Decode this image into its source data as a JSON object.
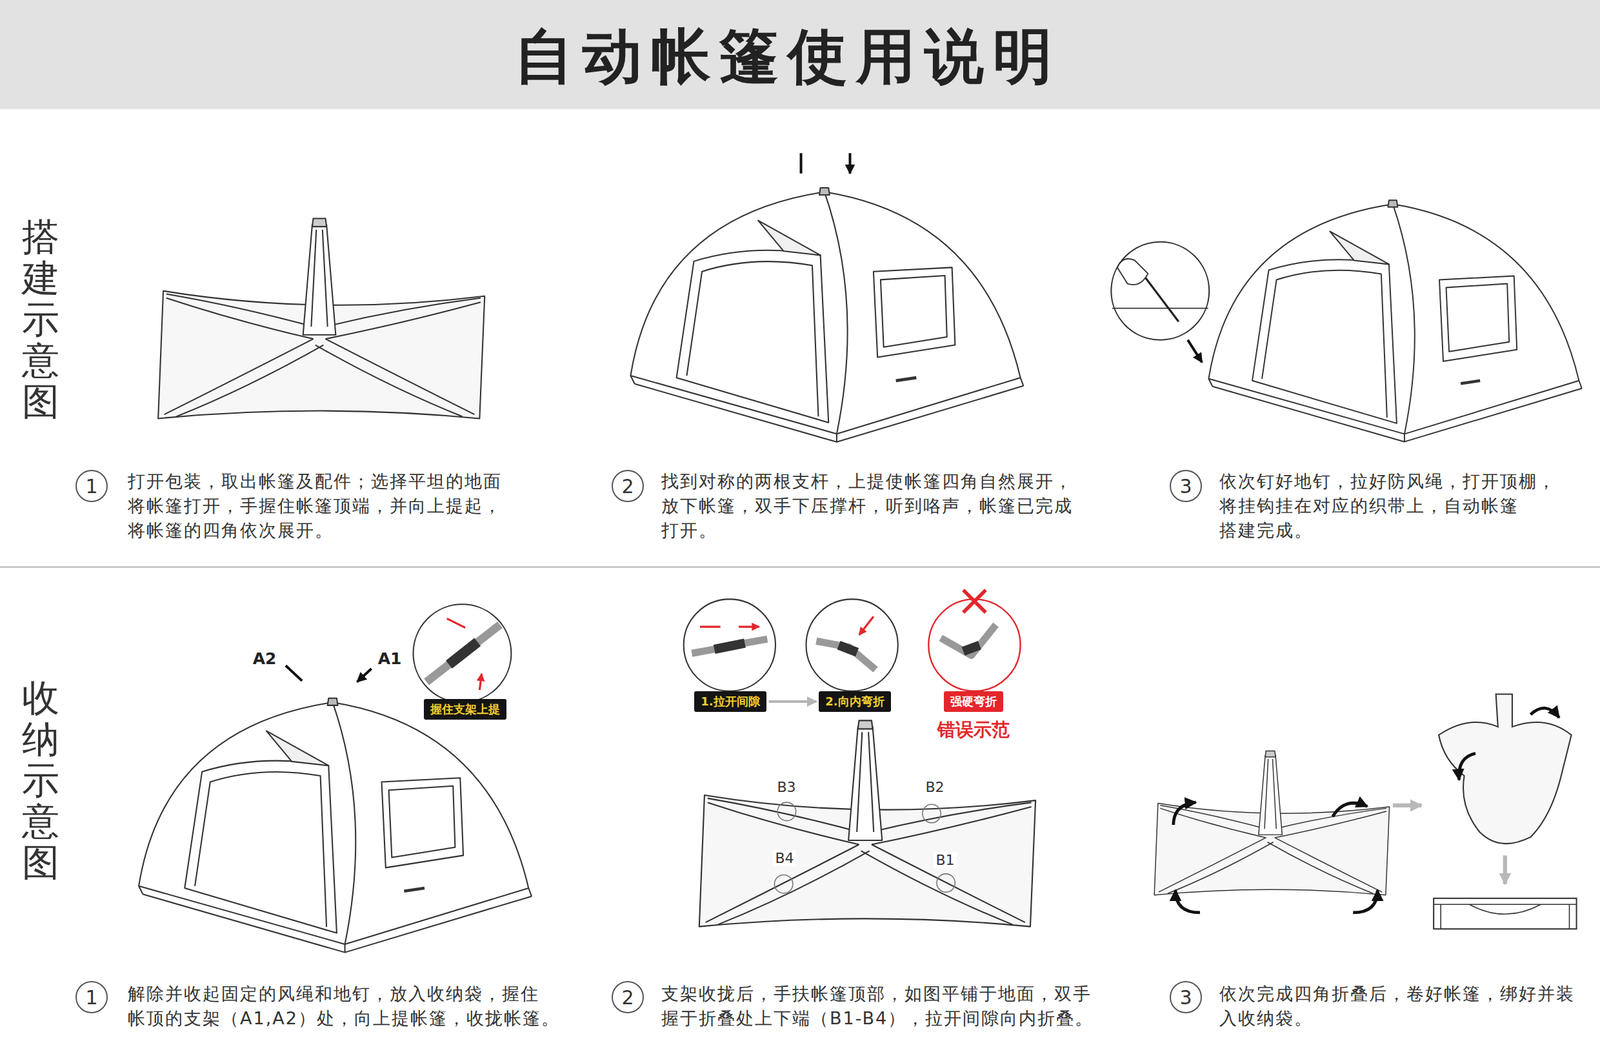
{
  "diagram": {
    "title": "自动帐篷使用说明",
    "nodes": [
      {
        "text": [
          "1"
        ]
      },
      {
        "text": [
          "2"
        ]
      },
      {
        "text": [
          "3"
        ]
      },
      {
        "text": [
          "握住支架上提"
        ]
      },
      {
        "text": [
          "1.拉开间隙"
        ]
      },
      {
        "text": [
          "2.向内弯折"
        ]
      },
      {
        "text": [
          "强硬弯折"
        ]
      },
      {
        "text": [
          "1"
        ]
      },
      {
        "text": [
          "2"
        ]
      },
      {
        "text": [
          "3"
        ]
      }
    ],
    "edges": [
      {
        "from": 4,
        "to": 5,
        "arrow": "to"
      }
    ],
    "labels": [
      "搭建示意图",
      "打开包装，取出帐篷及配件；选择平坦的地面 将帐篷打开，手握住帐篷顶端，并向上提起， 将帐篷的四角依次展开。",
      "找到对称的两根支杆，上提使帐篷四角自然展开， 放下帐篷，双手下压撑杆，听到咯声，帐篷已完成 打开。",
      "依次钉好地钉，拉好防风绳，打开顶棚， 将挂钩挂在对应的织带上，自动帐篷 搭建完成。",
      "收纳示意图",
      "A2",
      "A1",
      "错误示范",
      "B3",
      "B2",
      "B4",
      "B1",
      "解除并收起固定的风绳和地钉，放入收纳袋，握住 帐顶的支架（A1,A2）处，向上提帐篷，收拢帐篷。",
      "支架收拢后，手扶帐篷顶部，如图平铺于地面，双手 握于折叠处上下端（B1-B4），拉开间隙向内折叠。",
      "依次完成四角折叠后，卷好帐篷，绑好并装 入收纳袋。"
    ]
  }
}
